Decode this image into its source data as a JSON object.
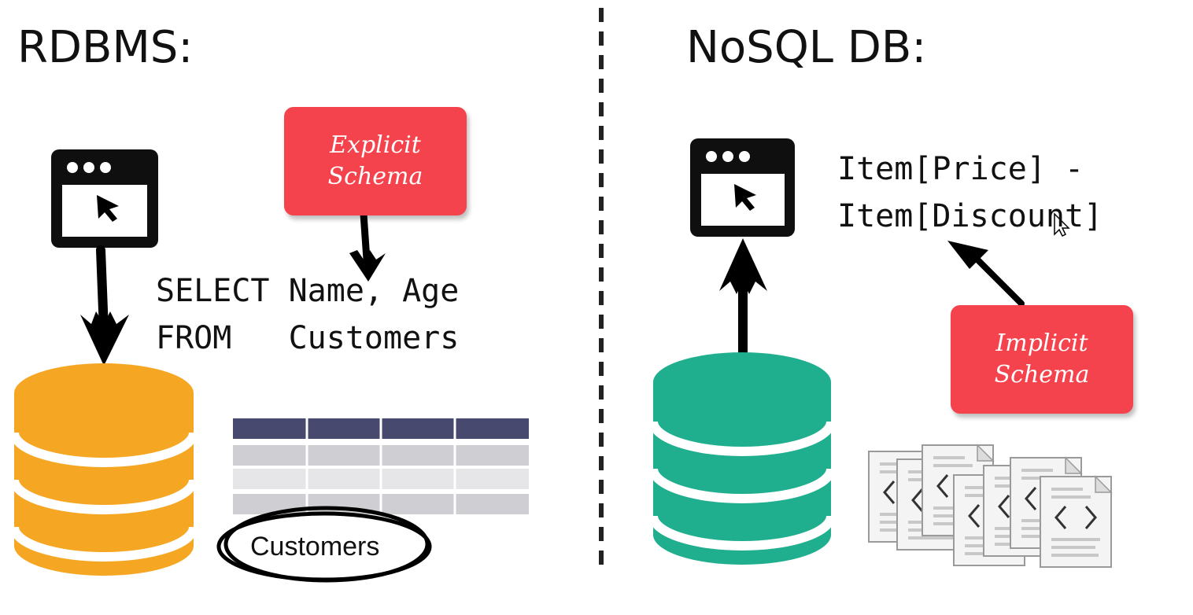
{
  "left_panel": {
    "title": "RDBMS:",
    "schema_label": "Explicit\nSchema",
    "query": "SELECT Name, Age\nFROM   Customers",
    "table_caption": "Customers",
    "database_color": "#f5a623"
  },
  "right_panel": {
    "title": "NoSQL DB:",
    "schema_label": "Implicit\nSchema",
    "expression": "Item[Price] -\nItem[Discount]",
    "database_color": "#1fae8e"
  },
  "colors": {
    "schema_box": "#f5434d",
    "table_header": "#474a6e",
    "divider": "#222222"
  },
  "icons": [
    "app-window-icon",
    "document-code-icon"
  ]
}
